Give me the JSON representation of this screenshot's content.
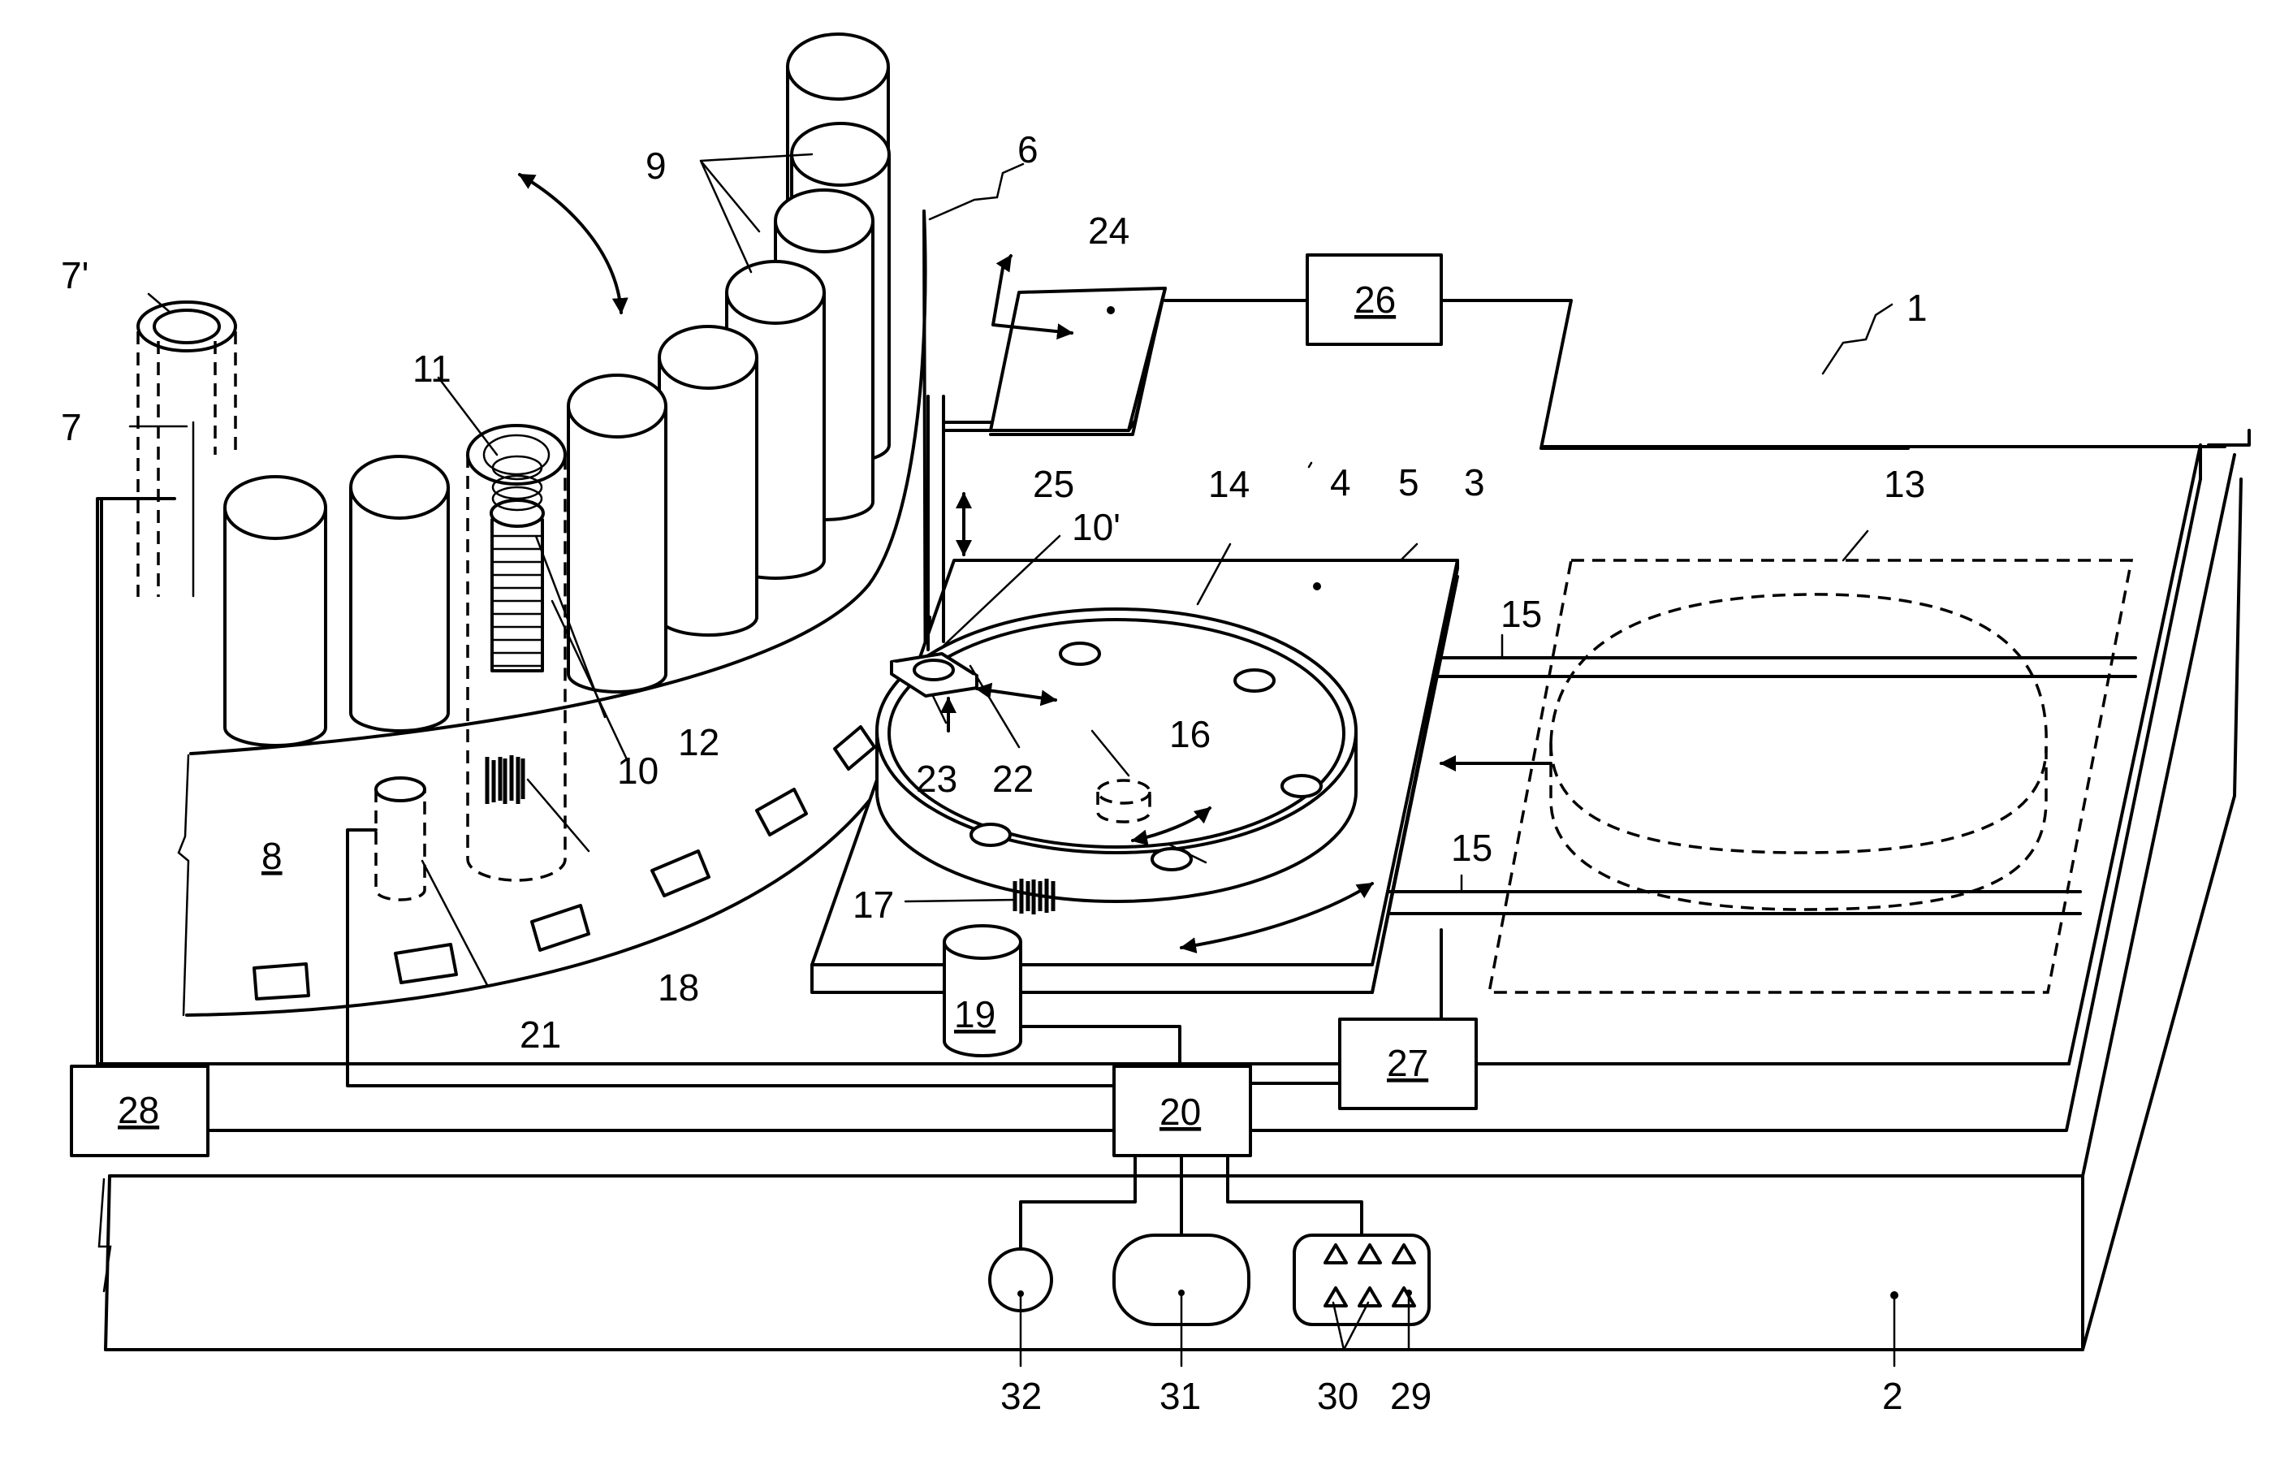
{
  "labels": {
    "n1": "1",
    "n2": "2",
    "n3": "3",
    "n4": "4",
    "n5": "5",
    "n6": "6",
    "n7": "7",
    "n7p": "7'",
    "n8": "8",
    "n9": "9",
    "n10": "10",
    "n10p": "10'",
    "n11": "11",
    "n12": "12",
    "n13": "13",
    "n14": "14",
    "n15a": "15",
    "n15b": "15",
    "n16": "16",
    "n17": "17",
    "n18": "18",
    "n19": "19",
    "n20": "20",
    "n21": "21",
    "n22": "22",
    "n23": "23",
    "n24": "24",
    "n25": "25",
    "n26": "26",
    "n27": "27",
    "n28": "28",
    "n29": "29",
    "n30": "30",
    "n31": "31",
    "n32": "32"
  }
}
